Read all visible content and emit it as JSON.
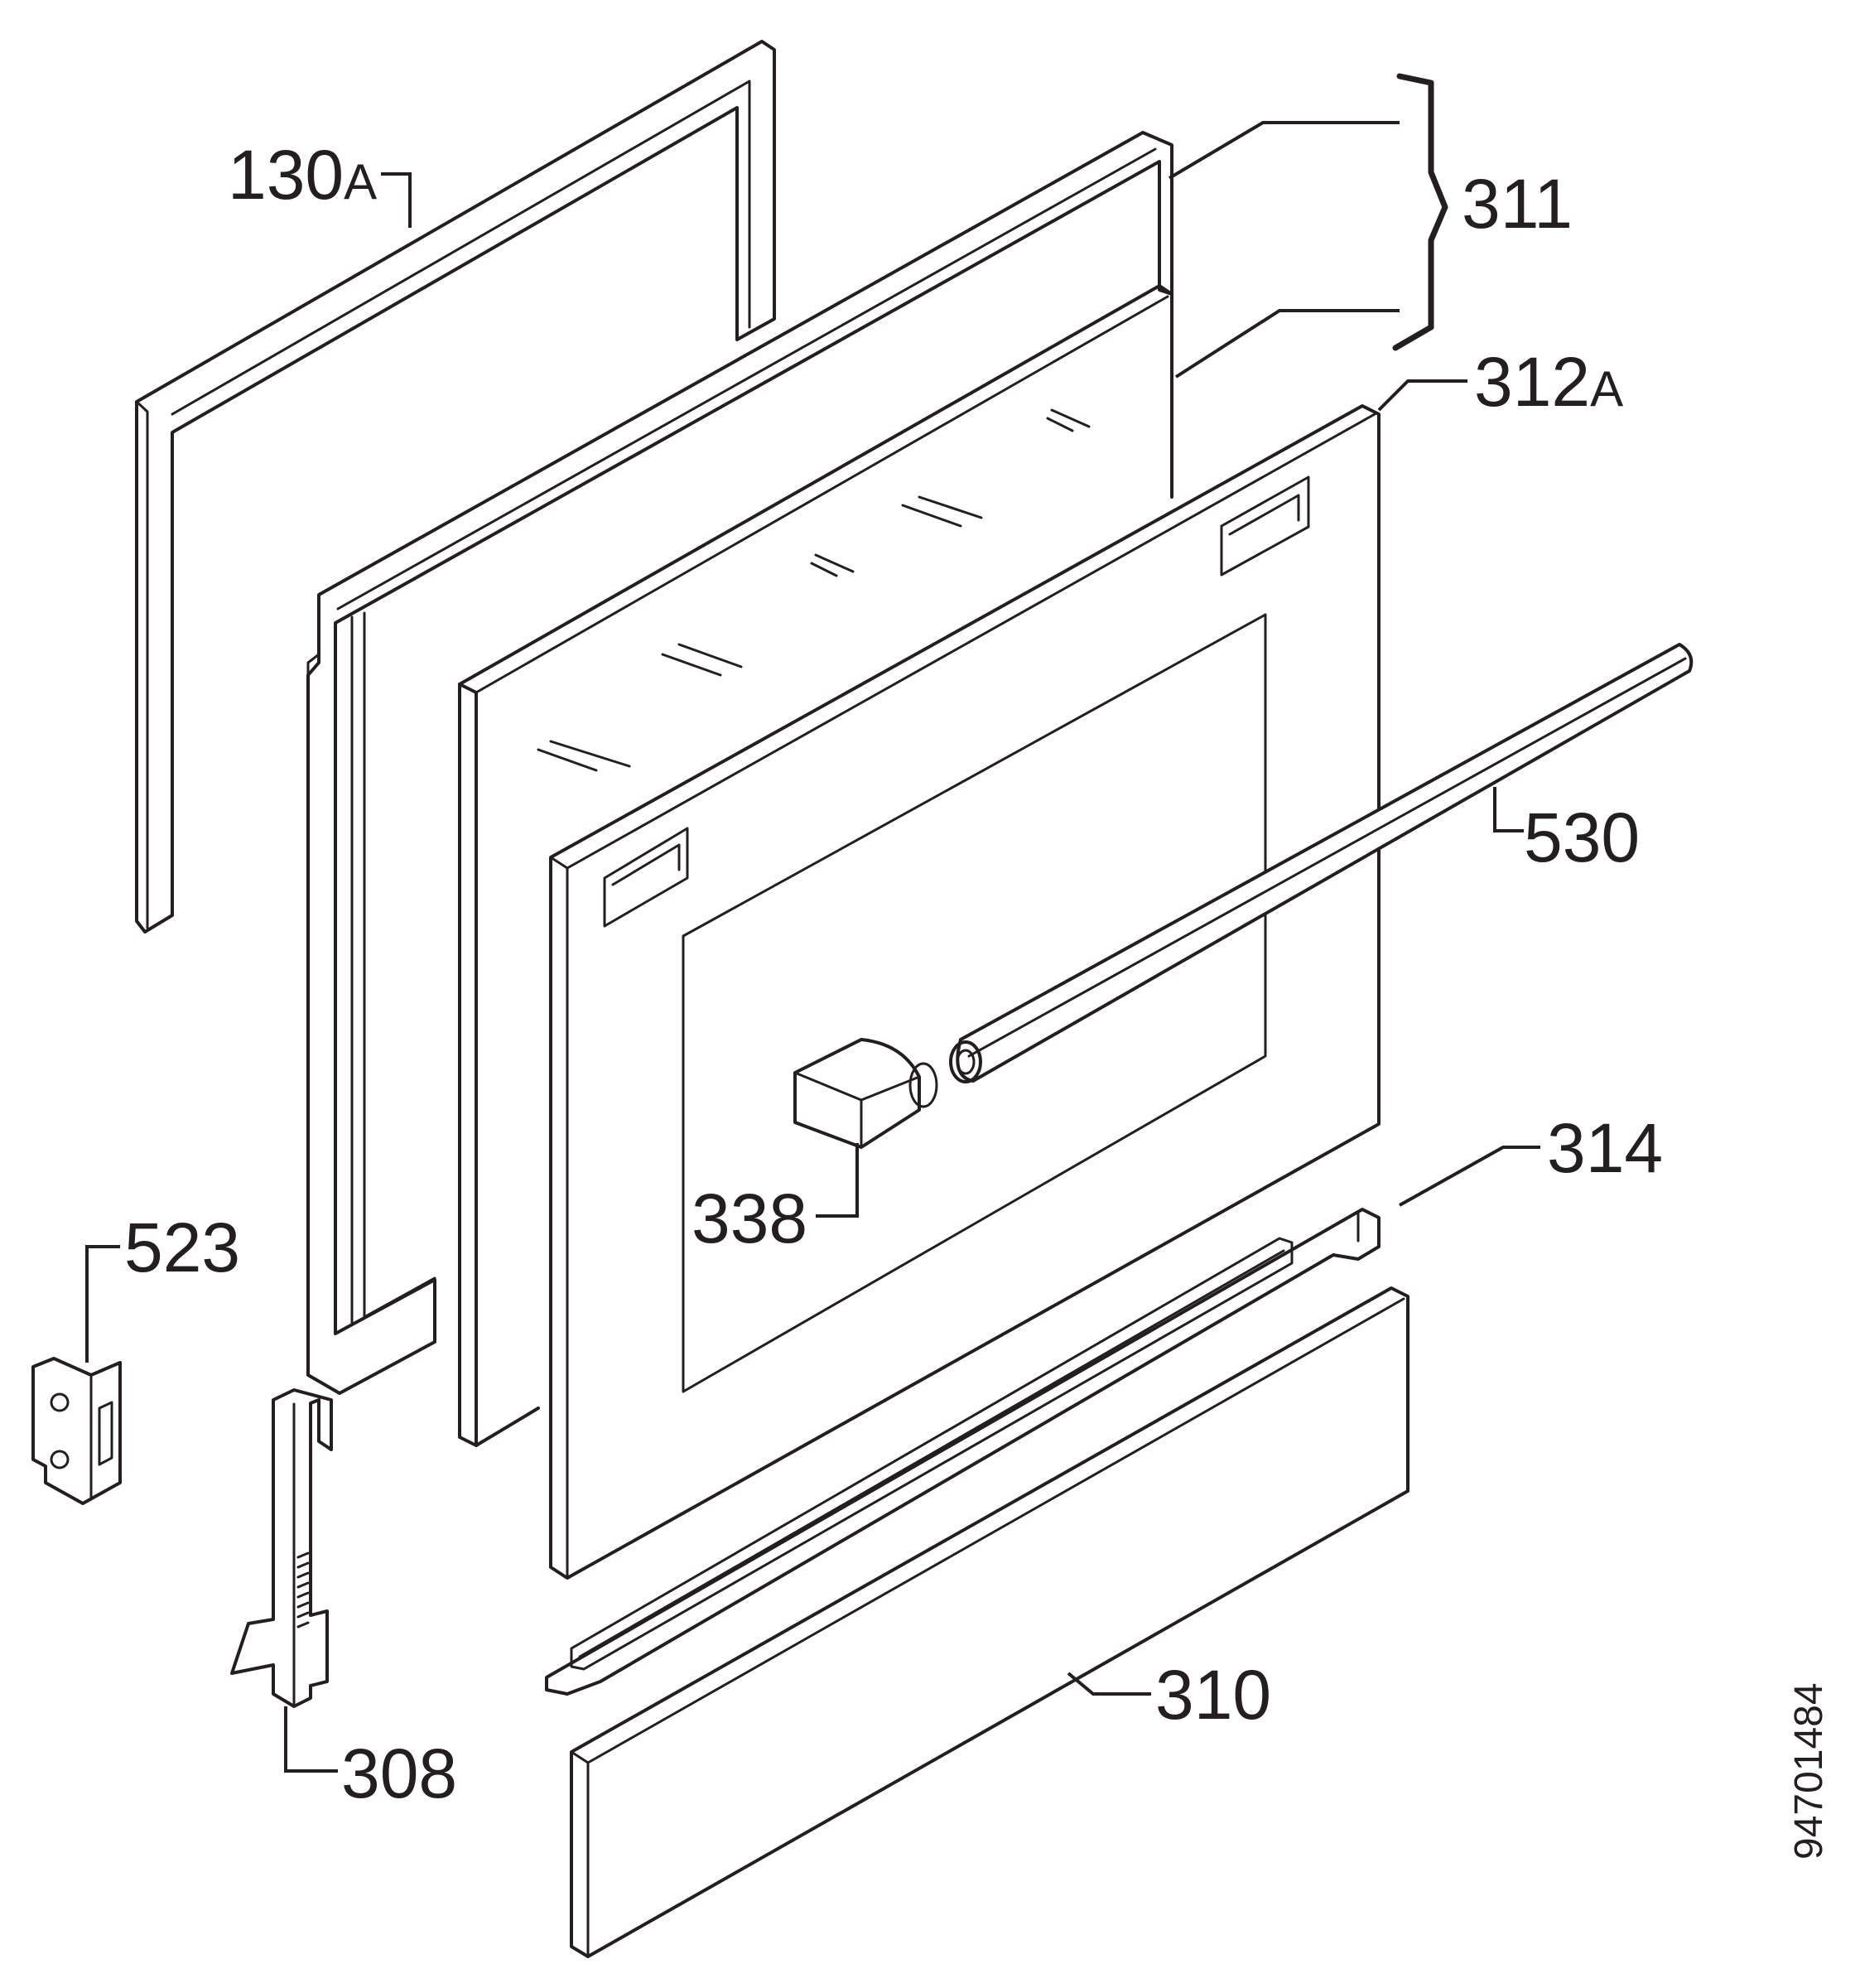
{
  "diagram": {
    "callouts": [
      {
        "id": "130A",
        "number": "130",
        "suffix": "A"
      },
      {
        "id": "311",
        "number": "311",
        "suffix": ""
      },
      {
        "id": "312A",
        "number": "312",
        "suffix": "A"
      },
      {
        "id": "530",
        "number": "530",
        "suffix": ""
      },
      {
        "id": "314",
        "number": "314",
        "suffix": ""
      },
      {
        "id": "338",
        "number": "338",
        "suffix": ""
      },
      {
        "id": "523",
        "number": "523",
        "suffix": ""
      },
      {
        "id": "310",
        "number": "310",
        "suffix": ""
      },
      {
        "id": "308",
        "number": "308",
        "suffix": ""
      }
    ],
    "document_number": "94701484"
  }
}
